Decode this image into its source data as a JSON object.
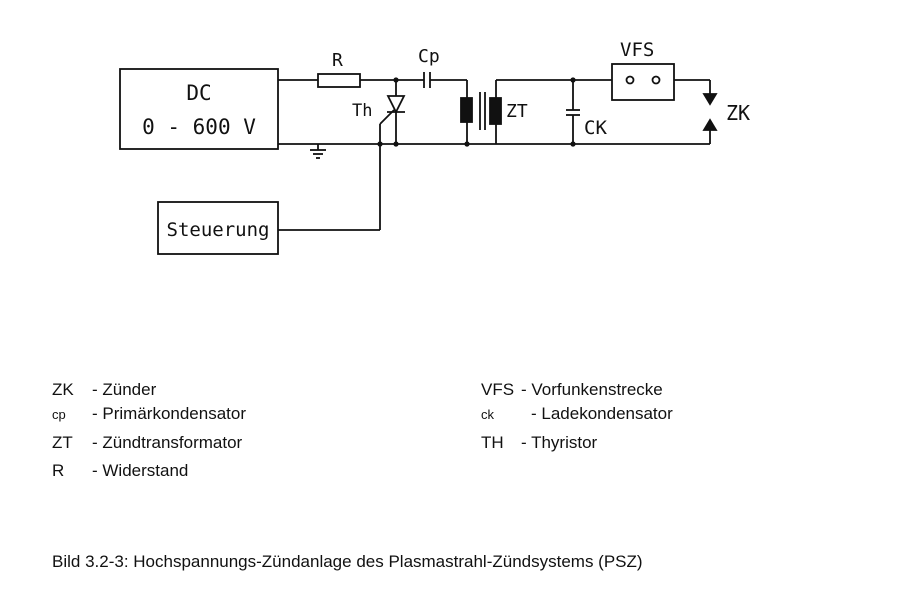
{
  "diagram": {
    "dc_label_line1": "DC",
    "dc_label_line2": "0 - 600 V",
    "r_label": "R",
    "cp_label": "Cp",
    "th_label": "Th",
    "zt_label": "ZT",
    "ck_label": "CK",
    "vfs_label": "VFS",
    "zk_label": "ZK",
    "control_label": "Steuerung"
  },
  "legend": {
    "left": [
      {
        "abbr": "ZK",
        "desc": "- Zünder"
      },
      {
        "abbr": "cp",
        "desc": "- Primärkondensator"
      },
      {
        "abbr": "ZT",
        "desc": "- Zündtransformator"
      },
      {
        "abbr": "R",
        "desc": "- Widerstand"
      }
    ],
    "right": [
      {
        "abbr": "VFS",
        "desc": "- Vorfunkenstrecke"
      },
      {
        "abbr": "ck",
        "desc": "- Ladekondensator"
      },
      {
        "abbr": "TH",
        "desc": "- Thyristor"
      }
    ]
  },
  "caption": "Bild 3.2-3:  Hochspannungs-Zündanlage des Plasmastrahl-Zündsystems (PSZ)"
}
